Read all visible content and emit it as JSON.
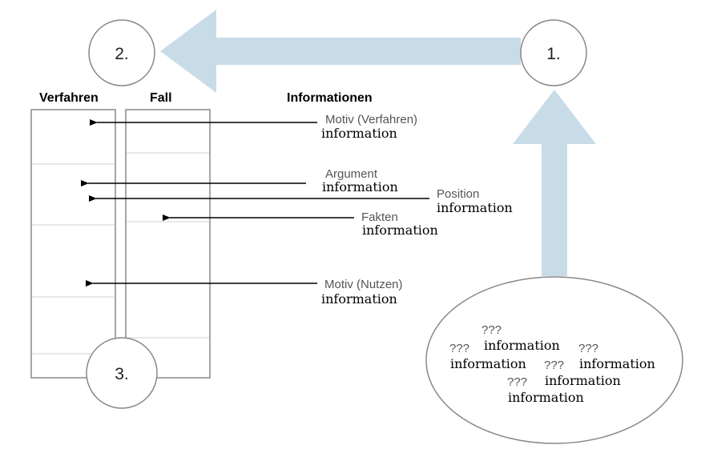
{
  "circles": {
    "one": "1.",
    "two": "2.",
    "three": "3."
  },
  "headers": {
    "verfahren": "Verfahren",
    "fall": "Fall",
    "informationen": "Informationen"
  },
  "entries": [
    {
      "label": "Motiv (Verfahren)",
      "info": "information"
    },
    {
      "label": "Argument",
      "info": "information"
    },
    {
      "label": "Position",
      "info": "information"
    },
    {
      "label": "Fakten",
      "info": "information"
    },
    {
      "label": "Motiv (Nutzen)",
      "info": "information"
    }
  ],
  "cloud": [
    {
      "q": "???",
      "info": "information"
    },
    {
      "q": "???",
      "info": "information"
    },
    {
      "q": "???",
      "info": "information"
    },
    {
      "q": "???",
      "info": "information"
    },
    {
      "q": "???",
      "info": "information"
    }
  ],
  "colors": {
    "arrow_fill": "#c8dce8",
    "outline": "#888888",
    "divider": "#d0d0d0",
    "pointer": "#000000"
  }
}
